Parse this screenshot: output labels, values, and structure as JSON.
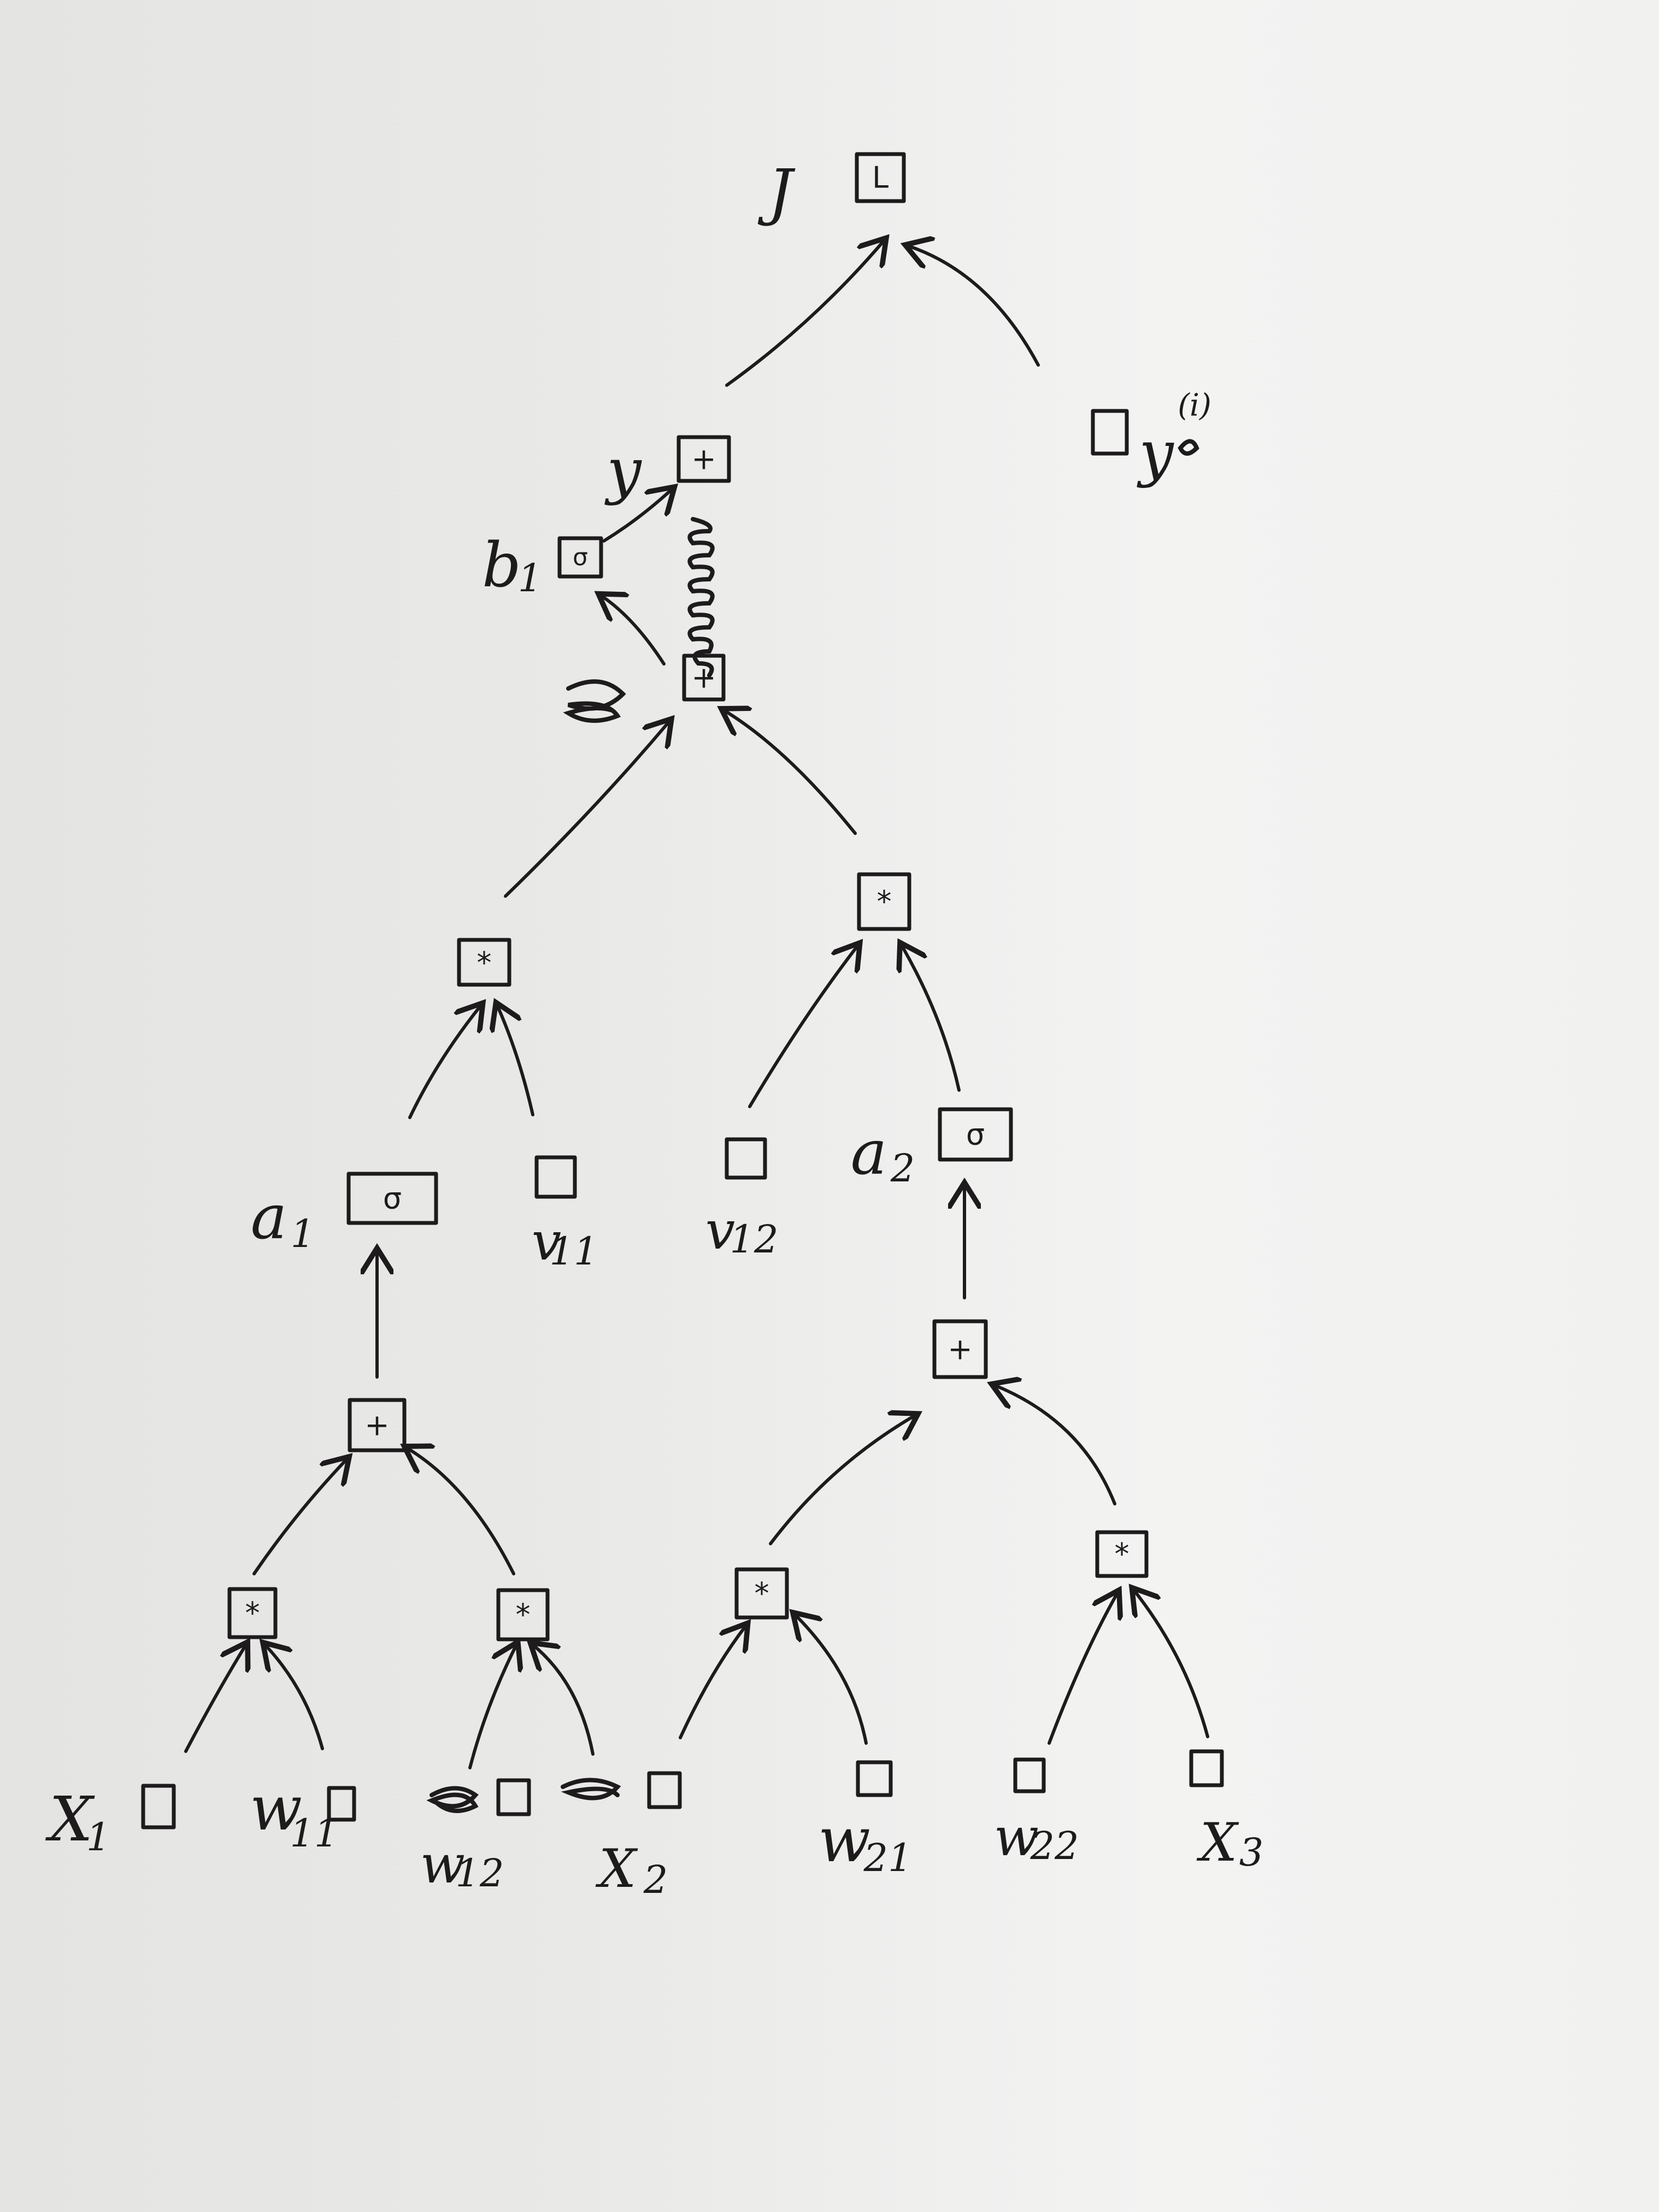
{
  "labels": {
    "J": "J",
    "y": "y",
    "y_true": "y",
    "y_true_sup": "(i)",
    "b1": "b",
    "b1_sub": "1",
    "a1": "a",
    "a1_sub": "1",
    "a2": "a",
    "a2_sub": "2",
    "v11": "v",
    "v11_sub": "11",
    "v12": "v",
    "v12_sub": "12",
    "x1": "X",
    "x1_sub": "1",
    "w11": "w",
    "w11_sub": "11",
    "w12": "w",
    "w12_sub": "12",
    "x2": "X",
    "x2_sub": "2",
    "w21": "w",
    "w21_sub": "21",
    "w22": "w",
    "w22_sub": "22",
    "x3": "X",
    "x3_sub": "3"
  },
  "ops": {
    "loss": "L",
    "plus": "+",
    "times": "*",
    "sigma": "σ"
  },
  "colors": {
    "ink": "#1d1b1c",
    "paper": "#ebebea"
  }
}
